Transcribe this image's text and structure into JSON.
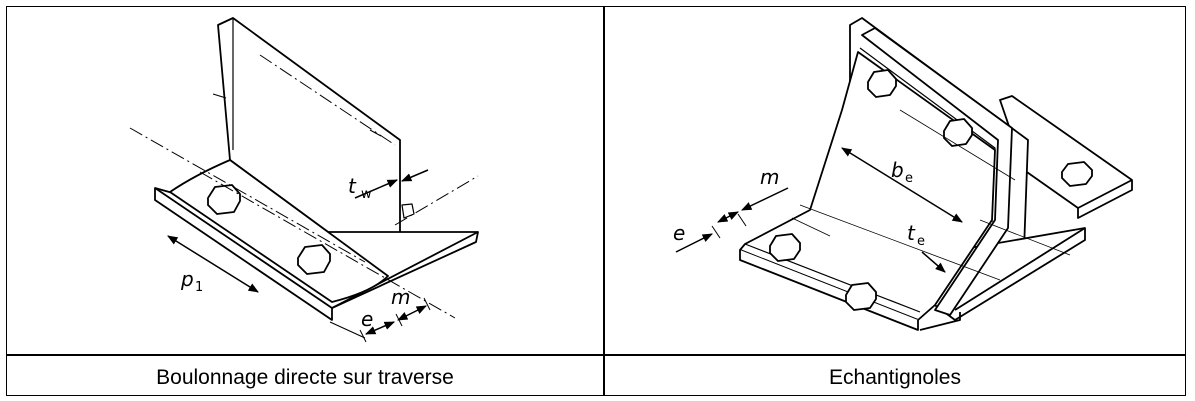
{
  "captions": {
    "left": "Boulonnage directe sur traverse",
    "right": "Echantignoles"
  },
  "left_labels": {
    "tw_main": "t",
    "tw_sub": "w",
    "p1_main": "p",
    "p1_sub": "1",
    "m": "m",
    "e": "e"
  },
  "right_labels": {
    "be_main": "b",
    "be_sub": "e",
    "te_main": "t",
    "te_sub": "e",
    "m": "m",
    "e": "e"
  }
}
